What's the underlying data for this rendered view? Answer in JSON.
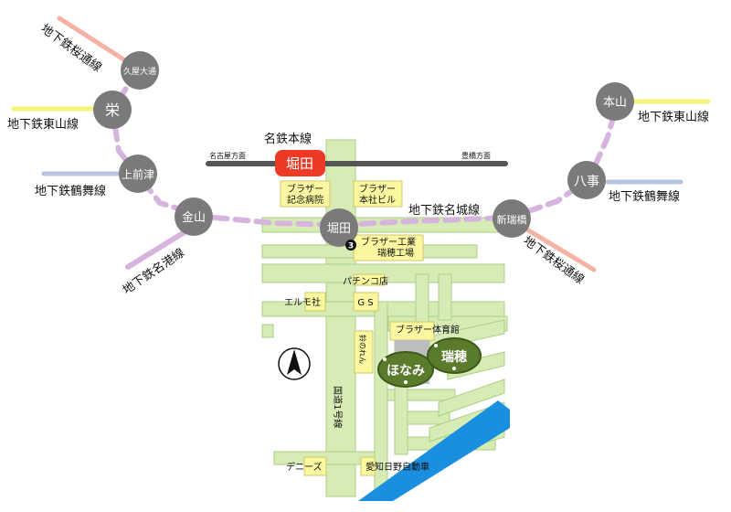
{
  "stations": {
    "sakuradori_oozone": "久屋大通",
    "sakae": "栄",
    "kamimaezu": "上前津",
    "kanayama": "金山",
    "horita_subway": "堀田",
    "shinmizuho": "新瑞橋",
    "yagoto": "八事",
    "motoyama": "本山",
    "meitetsu_horita": "堀田"
  },
  "lines": {
    "sakuradori_west": "地下鉄桜通線",
    "higashiyama_west": "地下鉄東山線",
    "tsurumai_west": "地下鉄鶴舞線",
    "meiko": "地下鉄名港線",
    "meijo": "地下鉄名城線",
    "sakuradori_east": "地下鉄桜通線",
    "higashiyama_east": "地下鉄東山線",
    "tsurumai_east": "地下鉄鶴舞線",
    "meitetsu": "名鉄本線"
  },
  "directions": {
    "nagoya": "名古屋方面",
    "toyohashi": "豊橋方面"
  },
  "exit_number": "3",
  "landmarks": {
    "brother_hospital_1": "ブラザー",
    "brother_hospital_2": "記念病院",
    "brother_hq_1": "ブラザー",
    "brother_hq_2": "本社ビル",
    "brother_factory_1": "ブラザー工業",
    "brother_factory_2": "瑞穂工場",
    "pachinko": "パチンコ店",
    "gs": "G S",
    "erumo": "エルモ社",
    "brother_gym": "ブラザー体育館",
    "suzunoren": "鈴のれん",
    "route1": "国道1号線",
    "dennys": "デニーズ",
    "aichi_hino": "愛知日野自動車"
  },
  "venues": {
    "honami": "ほなみ",
    "mizuho": "瑞穂"
  },
  "colors": {
    "road": "#d6ecb4",
    "road_stroke": "#a9cf86",
    "station_circle": "#7a7a7a",
    "meijo_line": "#d7b4de",
    "meitetsu_line": "#555555",
    "meitetsu_station": "#ee3a25",
    "sakuradori": "#f5b1a3",
    "higashiyama": "#f7f27a",
    "tsurumai": "#b7c3e3",
    "landmark": "#fbf7a0",
    "river": "#1a8fe0",
    "venue": "#5a7a2c"
  },
  "icons": [
    "north-arrow-icon"
  ]
}
